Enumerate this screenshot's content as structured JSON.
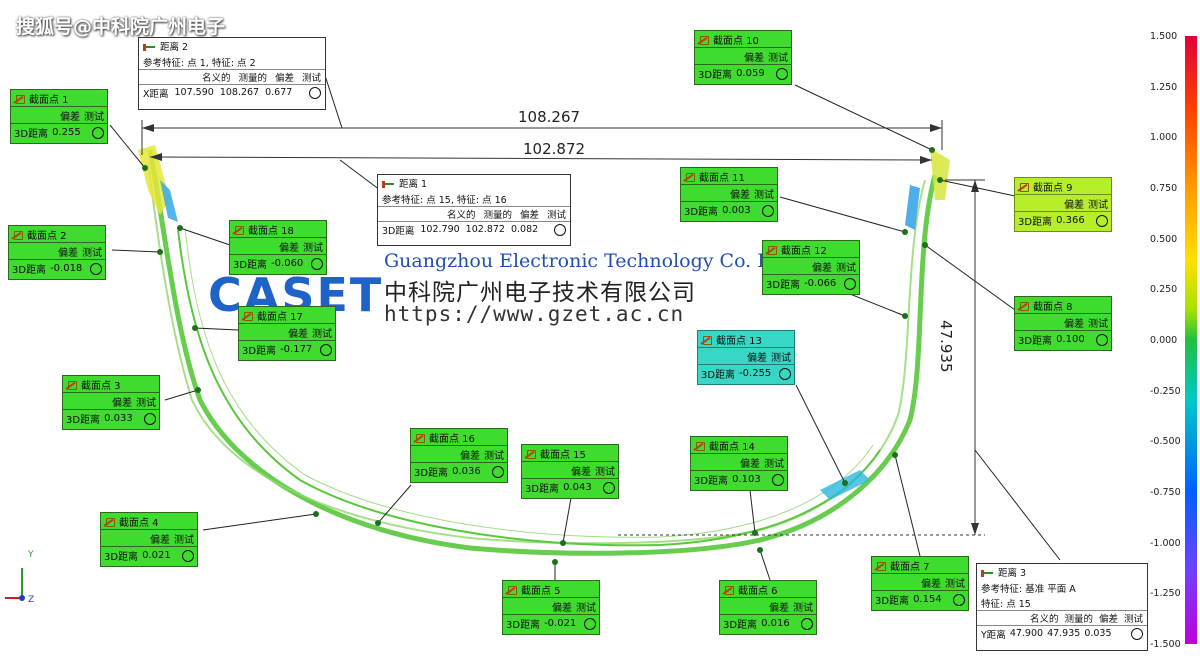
{
  "watermark": "搜狐号@中科院广州电子",
  "company": {
    "logo": "CASET",
    "name_en": "Guangzhou Electronic Technology Co. Ltd., CAS",
    "name_cn": "中科院广州电子技术有限公司",
    "url": "https://www.gzet.ac.cn"
  },
  "dimensions": {
    "d1": "108.267",
    "d2": "102.872",
    "d3": "47.935"
  },
  "probe_labels": {
    "col_dev": "偏差",
    "col_test": "测试",
    "measure": "3D距离"
  },
  "probes": [
    {
      "title": "截面点 1",
      "value": "0.255"
    },
    {
      "title": "截面点 2",
      "value": "-0.018"
    },
    {
      "title": "截面点 3",
      "value": "0.033"
    },
    {
      "title": "截面点 4",
      "value": "0.021"
    },
    {
      "title": "截面点 5",
      "value": "-0.021"
    },
    {
      "title": "截面点 6",
      "value": "0.016"
    },
    {
      "title": "截面点 7",
      "value": "0.154"
    },
    {
      "title": "截面点 8",
      "value": "0.100"
    },
    {
      "title": "截面点 9",
      "value": "0.366"
    },
    {
      "title": "截面点 10",
      "value": "0.059"
    },
    {
      "title": "截面点 11",
      "value": "0.003"
    },
    {
      "title": "截面点 12",
      "value": "-0.066"
    },
    {
      "title": "截面点 13",
      "value": "-0.255"
    },
    {
      "title": "截面点 14",
      "value": "0.103"
    },
    {
      "title": "截面点 15",
      "value": "0.043"
    },
    {
      "title": "截面点 16",
      "value": "0.036"
    },
    {
      "title": "截面点 17",
      "value": "-0.177"
    },
    {
      "title": "截面点 18",
      "value": "-0.060"
    }
  ],
  "distances": [
    {
      "title": "距离 2",
      "ref": "参考特征: 点 1, 特征: 点 2",
      "cols": [
        "名义的",
        "测量的",
        "偏差",
        "测试"
      ],
      "axis": "X距离",
      "nominal": "107.590",
      "measured": "108.267",
      "deviation": "0.677"
    },
    {
      "title": "距离 1",
      "ref": "参考特征: 点 15, 特征: 点 16",
      "cols": [
        "名义的",
        "测量的",
        "偏差",
        "测试"
      ],
      "axis": "3D距离",
      "nominal": "102.790",
      "measured": "102.872",
      "deviation": "0.082"
    },
    {
      "title": "距离 3",
      "ref": "参考特征: 基准 平面 A",
      "ref2": "特征: 点 15",
      "cols": [
        "名义的",
        "测量的",
        "偏差",
        "测试"
      ],
      "axis": "Y距离",
      "nominal": "47.900",
      "measured": "47.935",
      "deviation": "0.035"
    }
  ],
  "scale": {
    "ticks": [
      "1.500",
      "1.250",
      "1.000",
      "0.750",
      "0.500",
      "0.250",
      "0.000",
      "-0.250",
      "-0.500",
      "-0.750",
      "-1.000",
      "-1.250",
      "-1.500"
    ]
  },
  "triad": {
    "y": "Y",
    "z": "Z"
  }
}
